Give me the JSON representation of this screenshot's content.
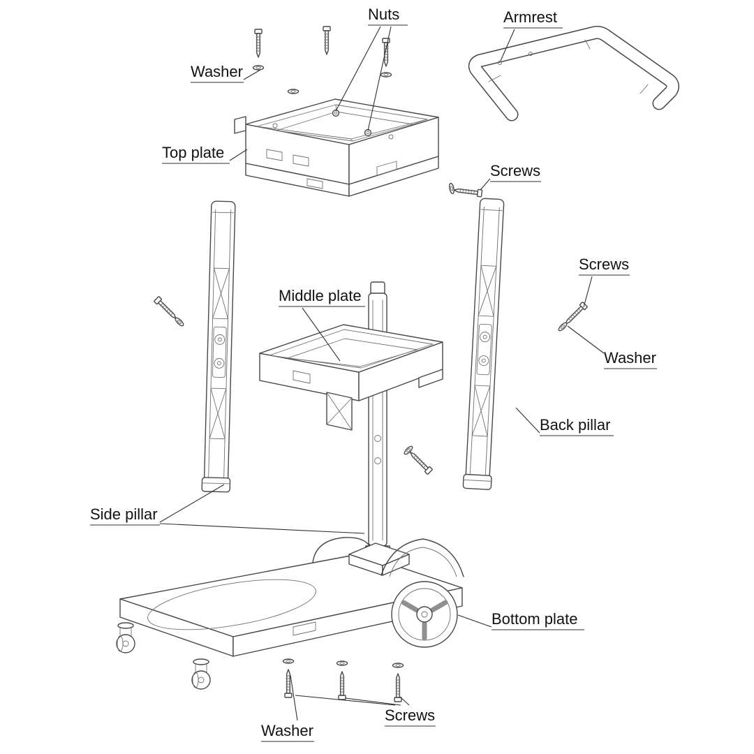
{
  "labels": {
    "nuts": "Nuts",
    "armrest": "Armrest",
    "washer_top": "Washer",
    "top_plate": "Top plate",
    "screws_top": "Screws",
    "middle_plate": "Middle plate",
    "screws_right": "Screws",
    "washer_right": "Washer",
    "back_pillar": "Back pillar",
    "side_pillar": "Side pillar",
    "bottom_plate": "Bottom plate",
    "washer_bottom": "Washer",
    "screws_bottom": "Screws"
  },
  "colors": {
    "background": "#ffffff",
    "line": "#474747",
    "detail": "#6f6f6f",
    "leader": "#2f2f2f",
    "text": "#121212"
  }
}
